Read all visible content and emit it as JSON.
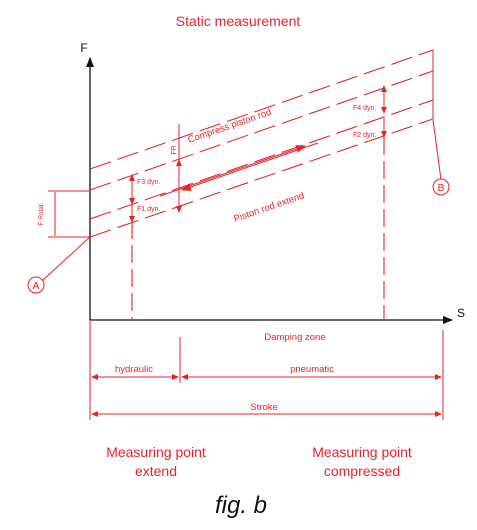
{
  "title": "Static measurement",
  "axes": {
    "y_label": "F",
    "x_label": "S"
  },
  "markers": {
    "a": "A",
    "b": "B"
  },
  "annotations": {
    "compress": "Compress piston rod",
    "extend": "Piston rod extend",
    "fr": "FR",
    "frstat": "F Rstat.",
    "f1": "F1 dyn.",
    "f2": "F2 dyn.",
    "f3": "F3 dyn.",
    "f4": "F4 dyn."
  },
  "dimensions": {
    "damping_zone": "Damping zone",
    "hydraulic": "hydraulic",
    "pneumatic": "pneumatic",
    "stroke": "Stroke"
  },
  "footer": {
    "left_line1": "Measuring point",
    "left_line2": "extend",
    "right_line1": "Measuring point",
    "right_line2": "compressed",
    "caption": "fig. b"
  },
  "colors": {
    "accent": "#e8232a",
    "axis": "#111111"
  }
}
